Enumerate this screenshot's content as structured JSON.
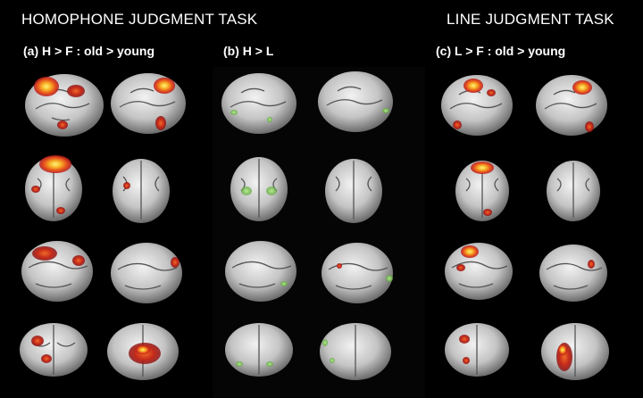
{
  "titles": {
    "homophone_task": "HOMOPHONE JUDGMENT TASK",
    "line_task": "LINE JUDGMENT TASK"
  },
  "panels": {
    "a": "(a) H > F : old > young",
    "b": "(b) H > L",
    "c": "(c) L > F : old > young"
  },
  "colors": {
    "background": "#000000",
    "brain": "#c9c9c9",
    "activation_hot": "#f7d23a",
    "activation_warm": "#e8541c",
    "activation_deep": "#b4181c",
    "deactivation": "#7fcf5a"
  }
}
